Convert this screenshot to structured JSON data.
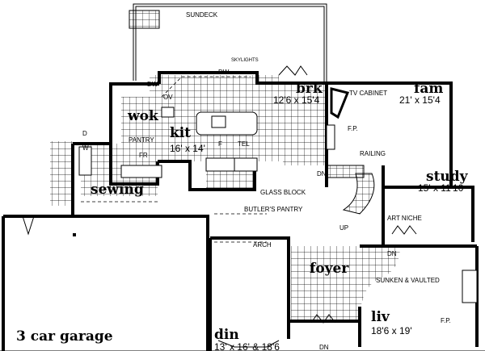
{
  "plan": {
    "rooms": {
      "sundeck": "SUNDECK",
      "wok": "wok",
      "kit": "kit",
      "kit_size": "16' x 14'",
      "brk": "brk",
      "brk_size": "12'6 x 15'4",
      "fam": "fam",
      "fam_size": "21' x 15'4",
      "study": "study",
      "study_size": "15' x 11'10",
      "sewing": "sewing",
      "foyer": "foyer",
      "garage": "3 car garage",
      "din": "din",
      "din_size": "13' x 16' & 18'6",
      "liv": "liv",
      "liv_size": "18'6 x 19'"
    },
    "notes": {
      "skylights": "SKYLIGHTS",
      "dw1": "DW",
      "dw2": "DW",
      "ov": "OV",
      "tv_cabinet": "TV CABINET",
      "fp_fam": "F.P.",
      "dryer": "D",
      "washer": "W",
      "pantry": "PANTRY",
      "fr": "FR",
      "f": "F",
      "tel": "TEL",
      "railing": "RAILING",
      "dn_stair": "DN",
      "glass_block": "GLASS BLOCK",
      "butlers_pantry": "BUTLER'S PANTRY",
      "up": "UP",
      "art_niche": "ART NICHE",
      "arch": "ARCH",
      "dn_liv": "DN",
      "sunken_vaulted": "SUNKEN & VAULTED",
      "fp_liv": "F.P.",
      "dn_entry": "DN"
    }
  }
}
